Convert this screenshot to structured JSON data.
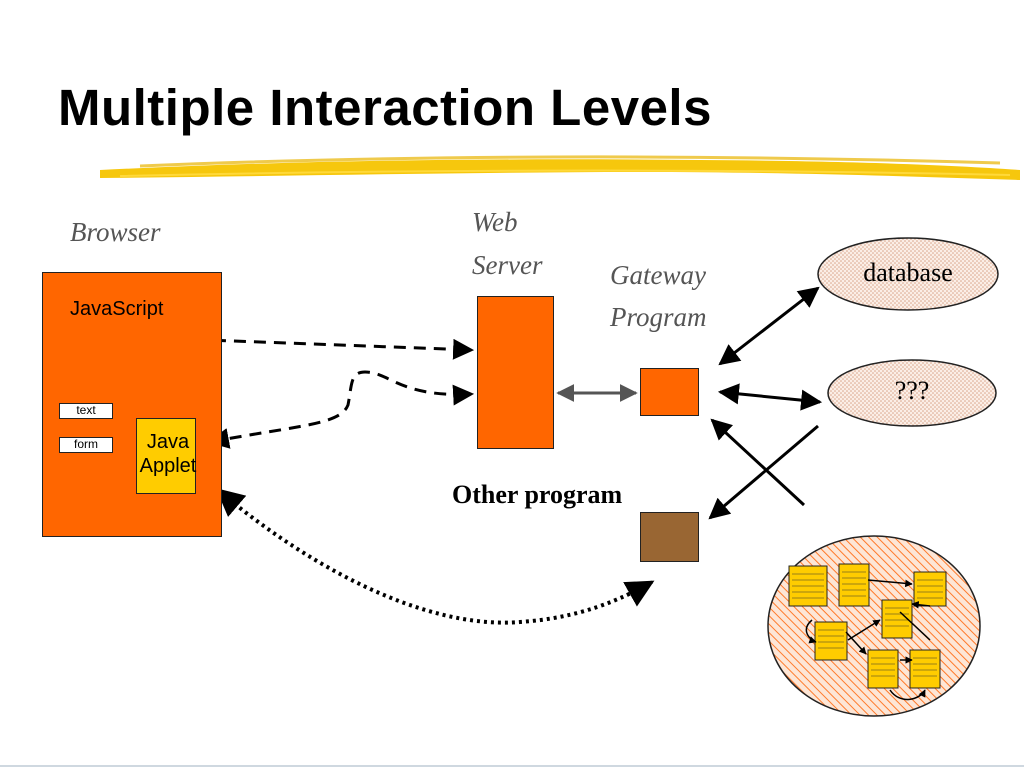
{
  "slide": {
    "title": "Multiple Interaction Levels"
  },
  "labels": {
    "browser": "Browser",
    "web": "Web",
    "server": "Server",
    "gateway": "Gateway",
    "program": "Program",
    "other_program": "Other program"
  },
  "browser": {
    "javascript": "JavaScript",
    "text_field": "text",
    "form_field": "form",
    "applet_line1": "Java",
    "applet_line2": "Applet"
  },
  "resources": {
    "database": "database",
    "unknown": "???"
  },
  "colors": {
    "orange": "#ff6600",
    "yellow": "#ffcc00",
    "brown": "#996633",
    "highlight": "#f5c400"
  }
}
